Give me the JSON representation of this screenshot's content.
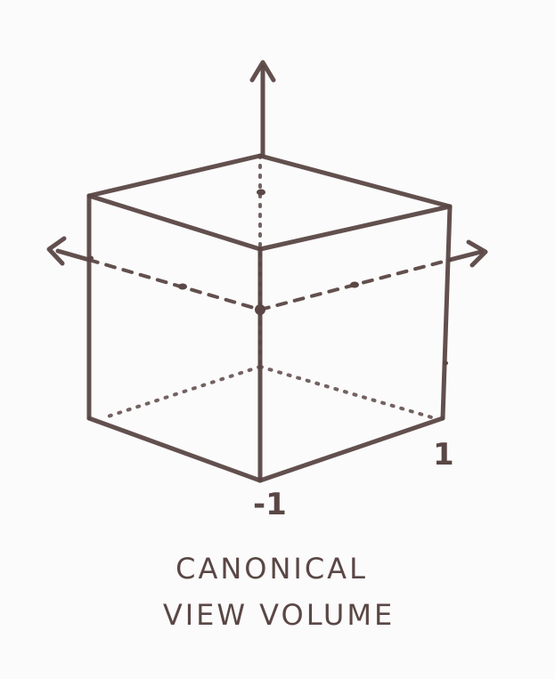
{
  "colors": {
    "ink": "#5a4745",
    "paper": "#fbfbfb"
  },
  "diagram": {
    "tick_labels": {
      "left": "-1",
      "right": "1"
    },
    "caption": {
      "line1": "CANONICAL",
      "line2": "VIEW VOLUME"
    }
  }
}
